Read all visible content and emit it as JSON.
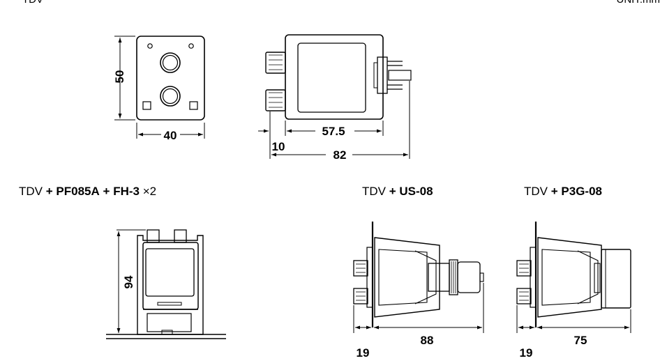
{
  "header": {
    "left_fragment": "TDV",
    "right_fragment": "UNIT:mm"
  },
  "views": {
    "front": {
      "height_dim": "50",
      "width_dim": "40"
    },
    "side": {
      "body_dim": "57.5",
      "offset_dim": "10",
      "overall_dim": "82"
    }
  },
  "configs": [
    {
      "base": "TDV",
      "plus1": "+",
      "part1": "PF085A",
      "plus2": "+",
      "part2": "FH-3",
      "suffix": "×2",
      "height_dim": "94"
    },
    {
      "base": "TDV",
      "plus1": "+",
      "part1": "US-08",
      "panel_dim": "19",
      "length_dim": "88"
    },
    {
      "base": "TDV",
      "plus1": "+",
      "part1": "P3G-08",
      "panel_dim": "19",
      "length_dim": "75"
    }
  ]
}
